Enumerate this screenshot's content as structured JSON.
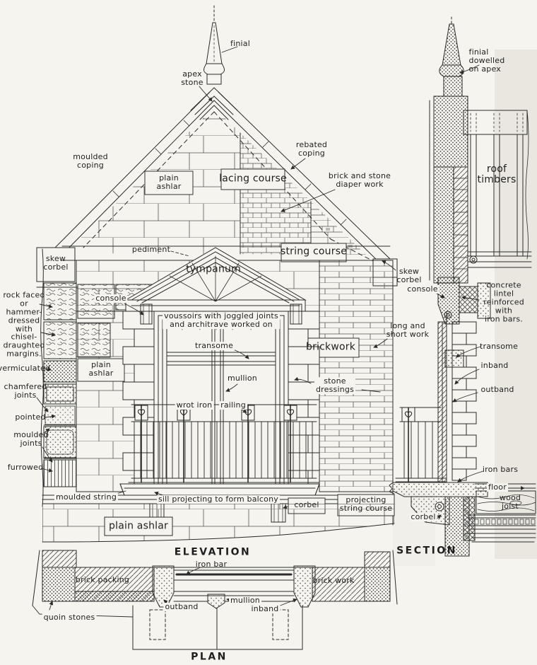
{
  "plate_type": "architectural construction drawing",
  "colors": {
    "paper": "#f6f4ee",
    "ink": "#2b2b2b",
    "texture": "#4a4a4a"
  },
  "labels": {
    "titles": {
      "elevation": "ELEVATION",
      "section": "SECTION",
      "plan": "PLAN"
    },
    "elevation": {
      "finial": "finial",
      "apex_stone": "apex\nstone",
      "moulded_coping": "moulded\ncoping",
      "plain_ashlar_gable": "plain\nashlar",
      "lacing_course": "lacing course",
      "rebated_coping": "rebated\ncoping",
      "diaper_work": "brick and stone\ndiaper work",
      "pediment": "pediment",
      "string_course": "string course",
      "tympanum": "tympanum",
      "skew_corbel_left": "skew\ncorbel",
      "skew_corbel_right": "skew\ncorbel",
      "console": "console",
      "rock_faced": "rock faced\nor\nhammer-\ndressed\nwith\nchisel-\ndraughted\nmargins.",
      "vermiculated": "vermiculated",
      "plain_ashlar_mid": "plain\nashlar",
      "chamfered_joints": "chamfered\njoints",
      "pointed": "pointed",
      "moulded_joints": "moulded\njoints",
      "furrowed": "furrowed",
      "voussoirs": "voussoirs with joggled joints\nand architrave worked on",
      "transome": "transome",
      "brickwork": "brickwork",
      "mullion": "mullion",
      "stone_dressings": "stone\ndressings",
      "wrot_iron": "wrot iron",
      "railing": "railing",
      "long_short": "long and\nshort work",
      "moulded_string": "moulded string",
      "sill_balcony": "sill projecting to form balcony",
      "corbel": "corbel",
      "projecting_string": "projecting\nstring course",
      "plain_ashlar_bottom": "plain ashlar"
    },
    "section": {
      "finial_dowelled": "finial\ndowelled\non apex",
      "roof_timbers": "roof\ntimbers",
      "console": "console",
      "concrete_lintel": "concrete lintel\nreinforced with\niron bars.",
      "transome": "transome",
      "inband": "inband",
      "outband": "outband",
      "iron_bars": "iron bars",
      "floor": "floor",
      "wood_joist": "wood\njoist",
      "corbel": "corbel"
    },
    "plan": {
      "iron_bar": "iron bar",
      "brick_packing": "brick packing",
      "brick_work": "brick work",
      "outband": "outband",
      "mullion": "mullion",
      "inband": "inband",
      "quoin_stones": "quoin stones"
    }
  }
}
